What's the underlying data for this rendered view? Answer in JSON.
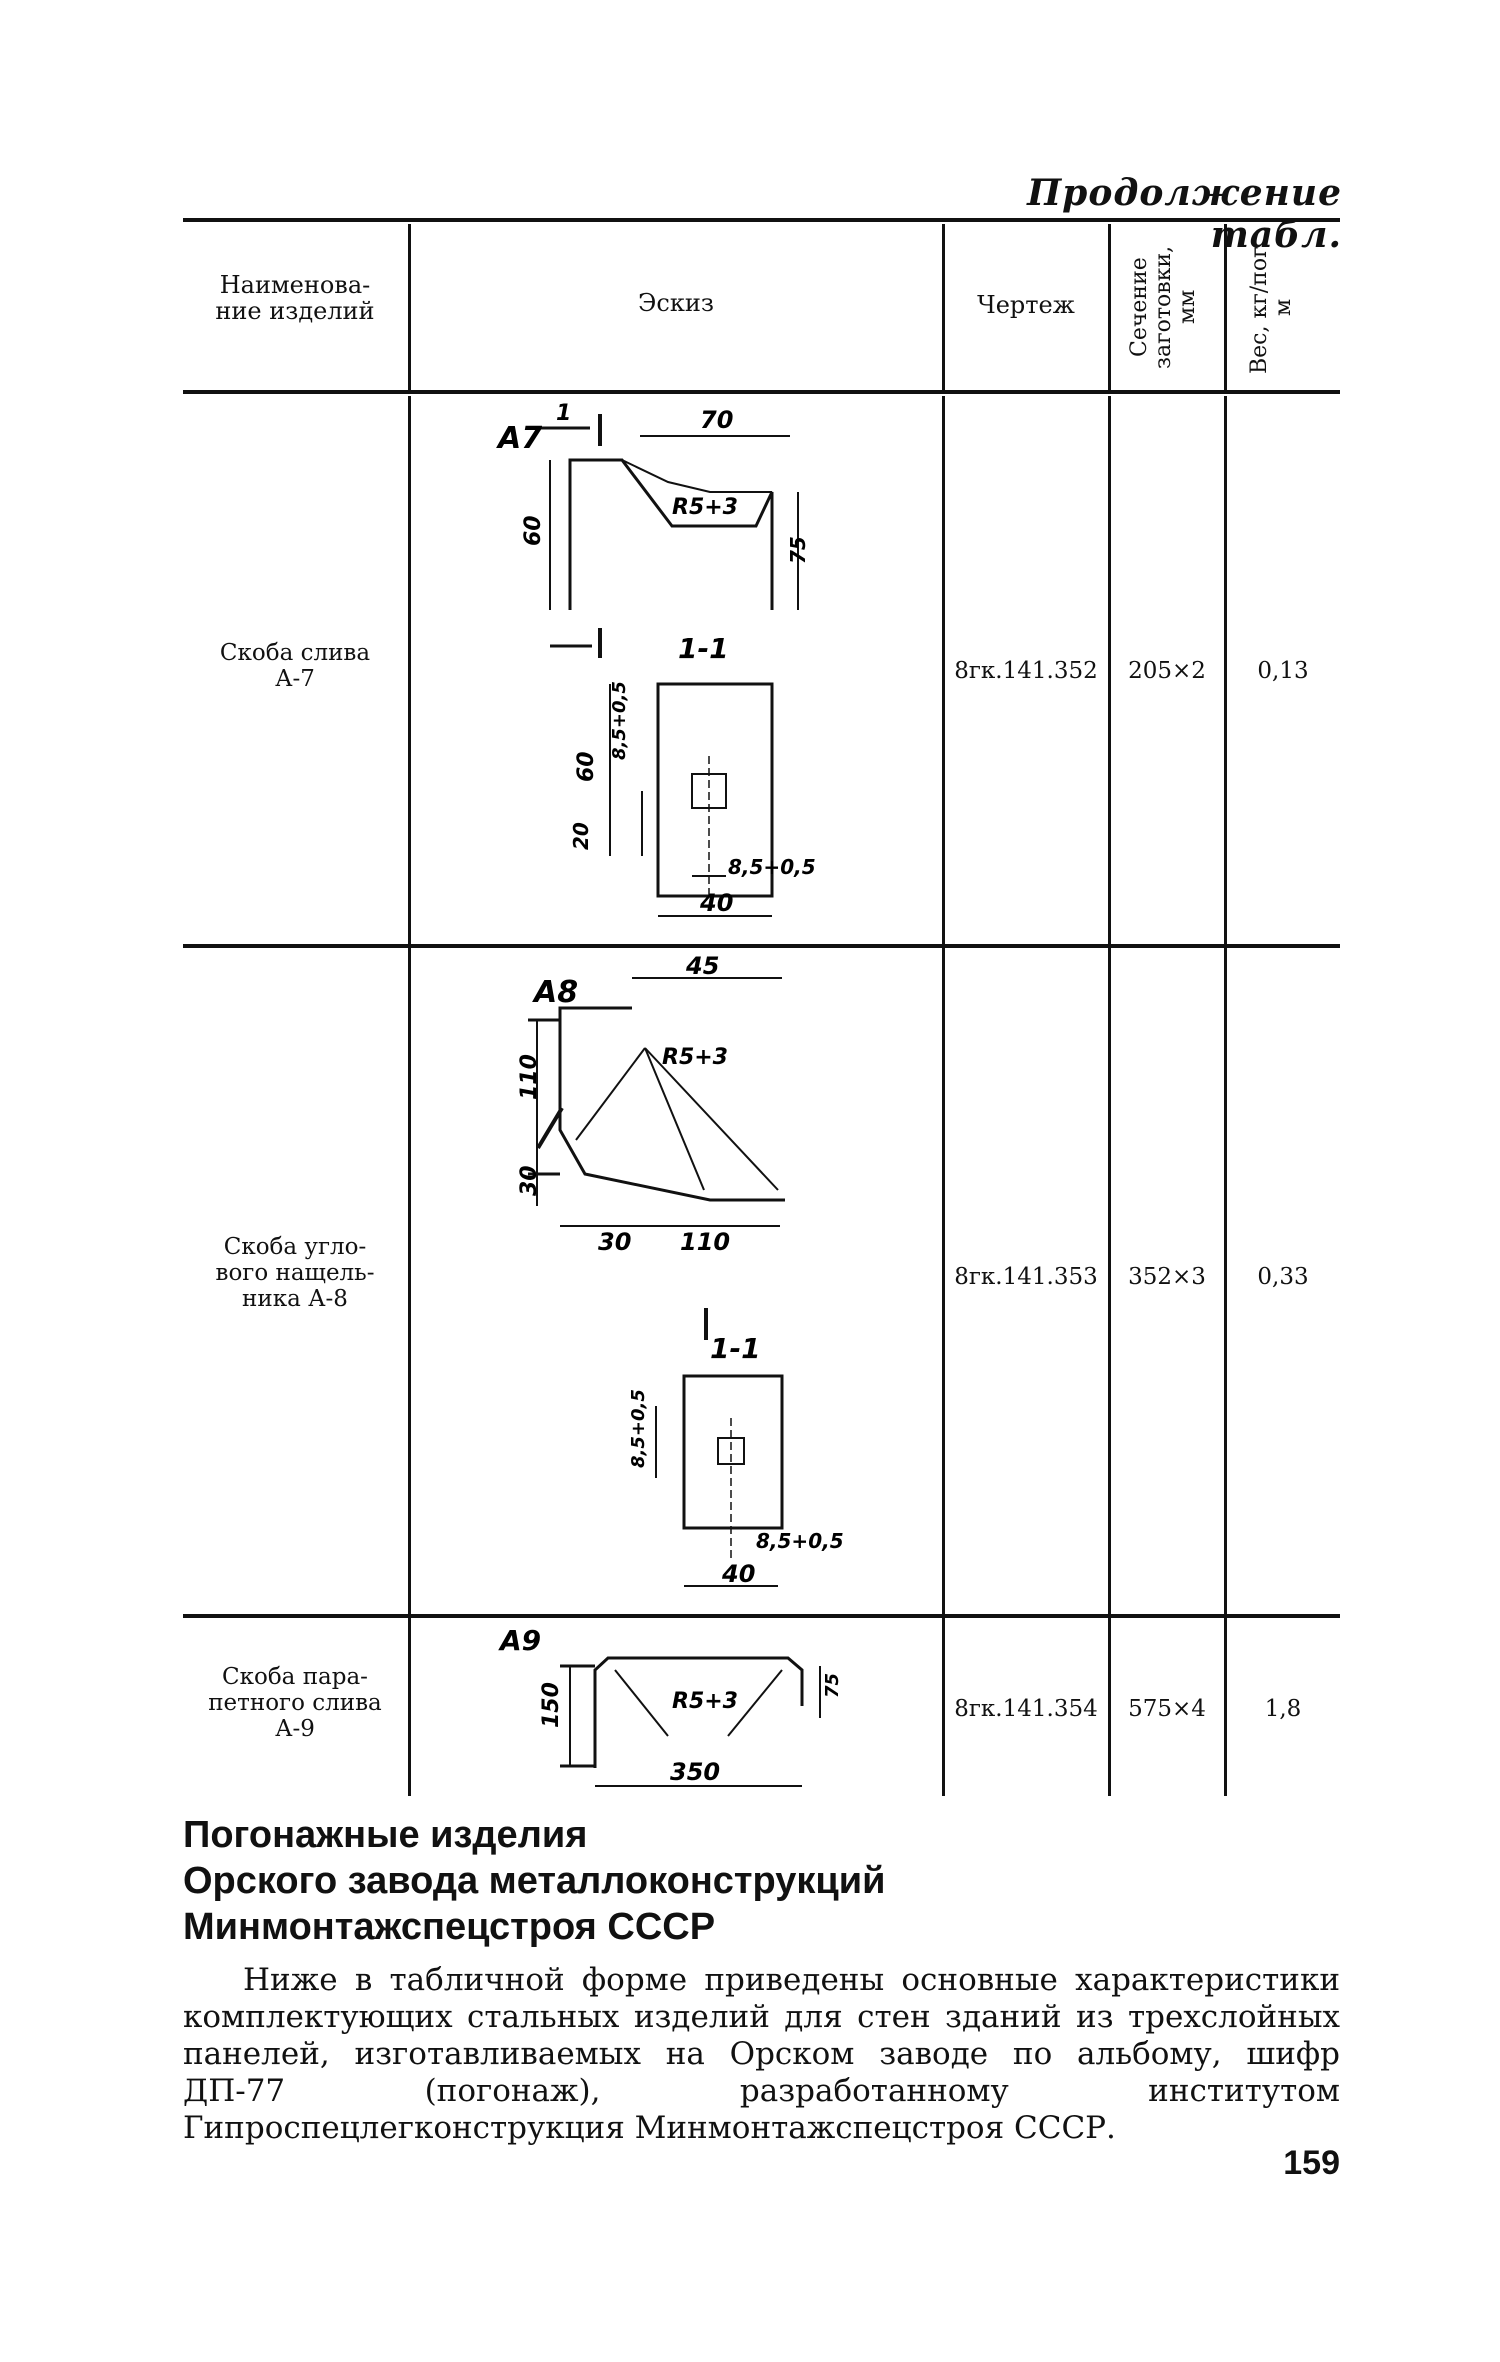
{
  "continuation": "Продолжение табл.",
  "table": {
    "headers": {
      "name": "Наименова-\nние изделий",
      "sketch": "Эскиз",
      "drawing": "Чертеж",
      "section": "Сечение заготовки, мм",
      "weight": "Вес, кг/пог. м"
    },
    "rows": [
      {
        "name": "Скоба слива\nА-7",
        "drawing": "8гк.141.352",
        "section": "205×2",
        "weight": "0,13",
        "sketch_labels": {
          "mark": "А7",
          "section_mark": "1",
          "dim_width": "70",
          "radius": "R5+3",
          "dim_height": "60",
          "dim_side": "75",
          "cut": "1-1",
          "cut_height": "60",
          "cut_hole": "8,5+0,5",
          "cut_bottom": "20",
          "cut_hole_w": "8,5+0,5",
          "cut_width": "40"
        }
      },
      {
        "name": "Скоба угло-\nвого нащель-\nника А-8",
        "drawing": "8гк.141.353",
        "section": "352×3",
        "weight": "0,33",
        "sketch_labels": {
          "mark": "А8",
          "dim_top": "45",
          "radius": "R5+3",
          "dim_left": "110",
          "dim_low": "30",
          "dim_b1": "30",
          "dim_b2": "110",
          "cut": "1-1",
          "cut_hole": "8,5+0,5",
          "cut_hole_w": "8,5+0,5",
          "cut_width": "40"
        }
      },
      {
        "name": "Скоба пара-\nпетного слива\nА-9",
        "drawing": "8гк.141.354",
        "section": "575×4",
        "weight": "1,8",
        "sketch_labels": {
          "mark": "А9",
          "dim_left": "150",
          "radius": "R5+3",
          "dim_right": "75",
          "dim_bottom": "350"
        }
      }
    ]
  },
  "heading_lines": [
    "Погонажные изделия",
    "Орского завода металлоконструкций",
    "Минмонтажспецстроя СССР"
  ],
  "paragraph": "Ниже в табличной форме приведены основные характеристики комплектующих стальных изделий для стен зданий из трехслойных панелей, изготавливаемых на Орском заводе по альбому, шифр ДП-77 (погонаж), разработанному институтом Гипроспецлегконструкция Минмонтажспецстроя СССР.",
  "page_number": "159"
}
